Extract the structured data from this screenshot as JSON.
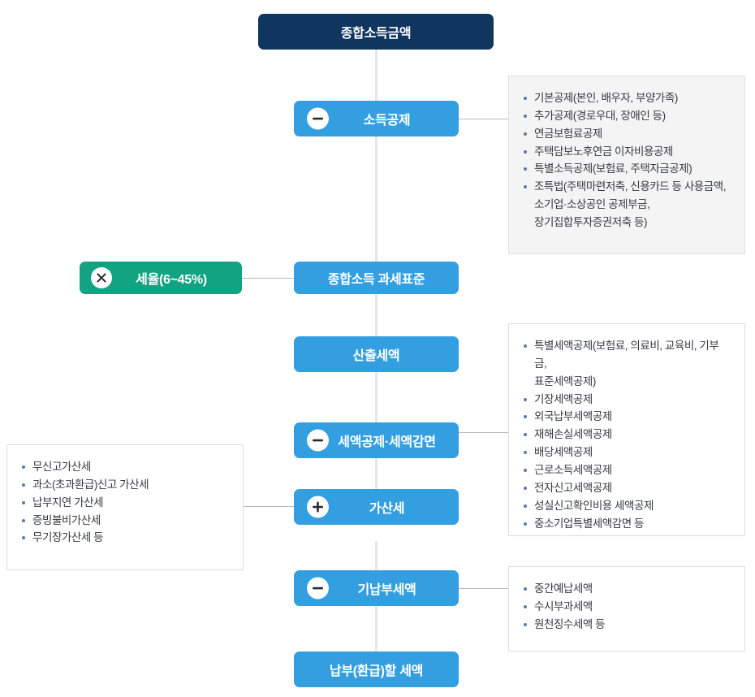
{
  "diagram": {
    "title": "종합소득세 세액계산 흐름도",
    "colors": {
      "navy": "#10355f",
      "blue": "#349fe0",
      "green": "#12a382",
      "panel_shaded": "#f4f4f4",
      "panel_white": "#ffffff",
      "line": "#e6e6e6",
      "bullet": "#5c79a8",
      "text": "#343a40"
    }
  },
  "nodes": {
    "gross_income": {
      "label": "종합소득금액",
      "operator": "none",
      "style": "navy"
    },
    "income_deduction": {
      "label": "소득공제",
      "operator": "minus",
      "style": "blue"
    },
    "tax_base": {
      "label": "종합소득 과세표준",
      "operator": "none",
      "style": "blue"
    },
    "tax_rate": {
      "label": "세율(6~45%)",
      "operator": "multiply",
      "style": "green"
    },
    "calculated_tax": {
      "label": "산출세액",
      "operator": "none",
      "style": "blue"
    },
    "tax_credit": {
      "label": "세액공제·세액감면",
      "operator": "minus",
      "style": "blue"
    },
    "penalty_tax": {
      "label": "가산세",
      "operator": "plus",
      "style": "blue"
    },
    "prepaid_tax": {
      "label": "기납부세액",
      "operator": "minus",
      "style": "blue"
    },
    "final_tax": {
      "label": "납부(환급)할 세액",
      "operator": "none",
      "style": "blue"
    }
  },
  "panels": {
    "income_deduction_items": [
      {
        "text": "기본공제(본인, 배우자, 부양가족)"
      },
      {
        "text": "추가공제(경로우대, 장애인 등)"
      },
      {
        "text": "연금보험료공제"
      },
      {
        "text": "주택담보노후연금 이자비용공제"
      },
      {
        "text": "특별소득공제(보험료, 주택자금공제)"
      },
      {
        "text": "조특법(주택마련저축, 신용카드 등 사용금액,",
        "lines": [
          "소기업·소상공인 공제부금,",
          "장기집합투자증권저축 등)"
        ]
      }
    ],
    "tax_credit_items": [
      {
        "text": "특별세액공제(보험료, 의료비, 교육비, 기부금,",
        "lines": [
          "표준세액공제)"
        ]
      },
      {
        "text": "기장세액공제"
      },
      {
        "text": "외국납부세액공제"
      },
      {
        "text": "재해손실세액공제"
      },
      {
        "text": "배당세액공제"
      },
      {
        "text": "근로소득세액공제"
      },
      {
        "text": "전자신고세액공제"
      },
      {
        "text": "성실신고확인비용 세액공제"
      },
      {
        "text": "중소기업특별세액감면 등"
      }
    ],
    "penalty_tax_items": [
      {
        "text": "무신고가산세"
      },
      {
        "text": "과소(초과환급)신고 가산세"
      },
      {
        "text": "납부지연 가산세"
      },
      {
        "text": "증빙불비가산세"
      },
      {
        "text": "무기장가산세 등"
      }
    ],
    "prepaid_tax_items": [
      {
        "text": "중간예납세액"
      },
      {
        "text": "수시부과세액"
      },
      {
        "text": "원천징수세액 등"
      }
    ]
  }
}
